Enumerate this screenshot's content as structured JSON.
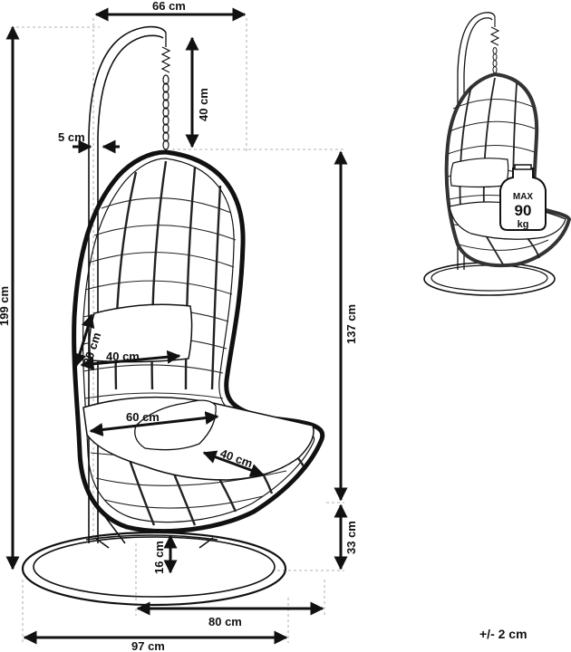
{
  "dimensions": {
    "top_width": "66 cm",
    "chain": "40 cm",
    "offset": "5 cm",
    "total_height": "199 cm",
    "basket_height": "137 cm",
    "pillow_height": "20 cm",
    "pillow_width": "40 cm",
    "seat_width": "60 cm",
    "seat_depth": "40 cm",
    "seat_ground": "33 cm",
    "base_gap": "16 cm",
    "base_diameter": "80 cm",
    "total_depth": "97 cm"
  },
  "badge": {
    "max": "MAX",
    "value": "90",
    "unit": "kg"
  },
  "tolerance": "+/- 2 cm"
}
